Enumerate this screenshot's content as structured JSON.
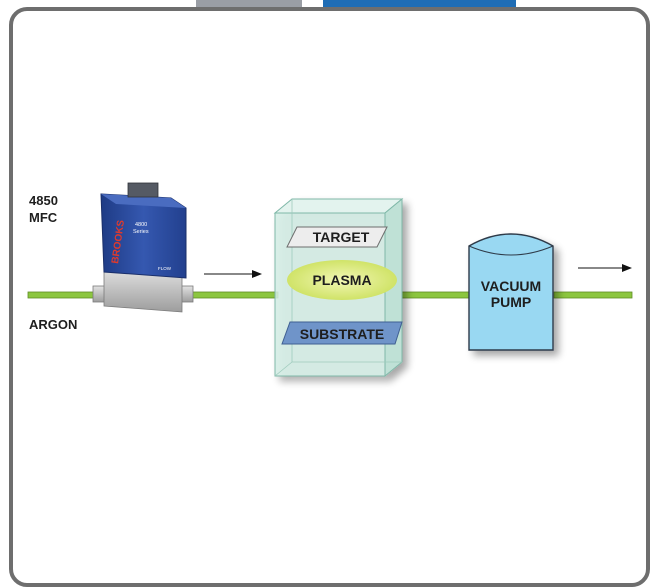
{
  "mfc": {
    "label_line1": "4850",
    "label_line2": "MFC",
    "brand": "BROOKS",
    "series_line1": "4800",
    "series_line2": "Series",
    "badge": "FLOW"
  },
  "gas_label": "ARGON",
  "chamber": {
    "target": "TARGET",
    "plasma": "PLASMA",
    "substrate": "SUBSTRATE"
  },
  "pump": {
    "line1": "VACUUM",
    "line2": "PUMP"
  },
  "colors": {
    "pipe": "#8cc63f",
    "chamber_glass": "#cde9e0",
    "plasma": "#dbeb7c",
    "substrate": "#6f94c9",
    "pump": "#99d8f2",
    "mfc_blue": "#2c4fa3",
    "frame": "#6e6e6e",
    "tab_gray": "#9a9ea5",
    "tab_blue": "#1f6db5"
  },
  "icons": [
    "flow-arrow-icon",
    "flow-arrow-icon"
  ]
}
